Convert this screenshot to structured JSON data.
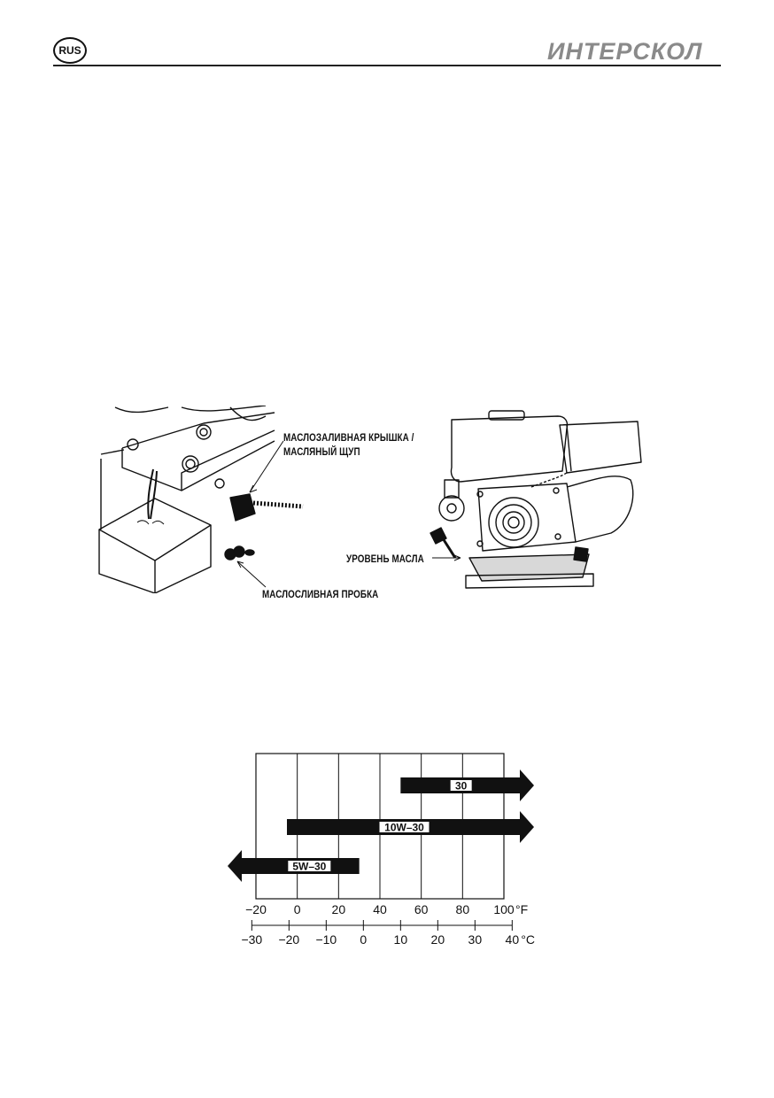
{
  "header": {
    "language_badge": "RUS",
    "brand": "ИНТЕРСКОЛ"
  },
  "figures": {
    "oil_fill_cap_label_line1": "МАСЛОЗАЛИВНАЯ КРЫШКА /",
    "oil_fill_cap_label_line2": "МАСЛЯНЫЙ ЩУП",
    "drain_plug_label": "МАСЛОСЛИВНАЯ ПРОБКА",
    "oil_level_label": "УРОВЕНЬ МАСЛА"
  },
  "chart_data": {
    "type": "bar",
    "series": [
      {
        "name": "30",
        "range_f": [
          50,
          100
        ],
        "extends_above": true
      },
      {
        "name": "10W-30",
        "range_f": [
          -5,
          100
        ],
        "extends_above": true
      },
      {
        "name": "5W-30",
        "range_f": [
          -20,
          30
        ],
        "extends_below": true
      }
    ],
    "fahrenheit_ticks": [
      "−20",
      "0",
      "20",
      "40",
      "60",
      "80",
      "100"
    ],
    "fahrenheit_unit": "°F",
    "celsius_ticks": [
      "−30",
      "−20",
      "−10",
      "0",
      "10",
      "20",
      "30",
      "40"
    ],
    "celsius_unit": "°C",
    "xlim_f": [
      -20,
      100
    ],
    "grid": true
  }
}
